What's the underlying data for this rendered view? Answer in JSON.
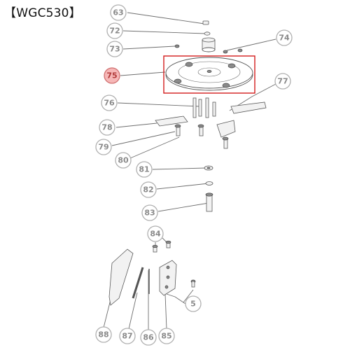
{
  "title": "【WGC530】",
  "highlight_color": "#d21c1c",
  "highlight_fill": "#f6b7b7",
  "callouts": [
    {
      "label": "63",
      "highlighted": false
    },
    {
      "label": "72",
      "highlighted": false
    },
    {
      "label": "73",
      "highlighted": false
    },
    {
      "label": "74",
      "highlighted": false
    },
    {
      "label": "75",
      "highlighted": true
    },
    {
      "label": "76",
      "highlighted": false
    },
    {
      "label": "77",
      "highlighted": false
    },
    {
      "label": "78",
      "highlighted": false
    },
    {
      "label": "79",
      "highlighted": false
    },
    {
      "label": "80",
      "highlighted": false
    },
    {
      "label": "81",
      "highlighted": false
    },
    {
      "label": "82",
      "highlighted": false
    },
    {
      "label": "83",
      "highlighted": false
    },
    {
      "label": "84",
      "highlighted": false
    },
    {
      "label": "5",
      "highlighted": false
    },
    {
      "label": "88",
      "highlighted": false
    },
    {
      "label": "87",
      "highlighted": false
    },
    {
      "label": "86",
      "highlighted": false
    },
    {
      "label": "85",
      "highlighted": false
    }
  ]
}
